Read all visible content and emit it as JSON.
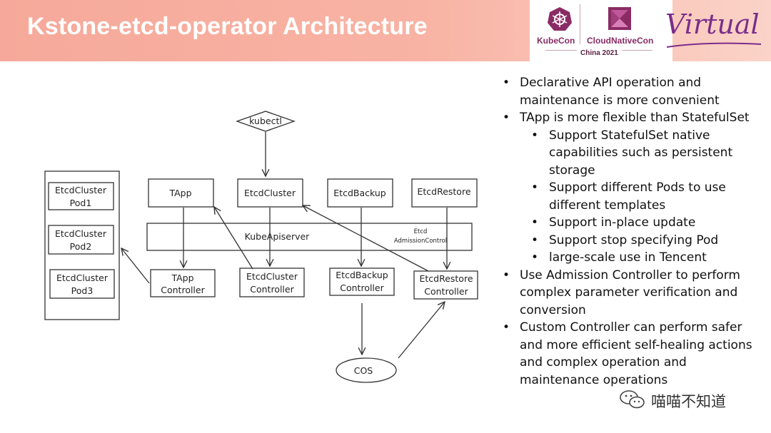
{
  "header": {
    "title": "Kstone-etcd-operator Architecture",
    "logos": {
      "kubecon": "KubeCon",
      "cncf": "CloudNativeCon",
      "event": "China 2021",
      "virtual": "Virtual"
    }
  },
  "diagram": {
    "kubectl": "kubectl",
    "pods": [
      {
        "line1": "EtcdCluster",
        "line2": "Pod1"
      },
      {
        "line1": "EtcdCluster",
        "line2": "Pod2"
      },
      {
        "line1": "EtcdCluster",
        "line2": "Pod3"
      }
    ],
    "resources": {
      "tapp": "TApp",
      "etcdcluster": "EtcdCluster",
      "etcdbackup": "EtcdBackup",
      "etcdrestore": "EtcdRestore"
    },
    "apiserver": {
      "label": "KubeApiserver",
      "admission_line1": "Etcd",
      "admission_line2": "AdmissionControl"
    },
    "controllers": {
      "tapp": {
        "line1": "TApp",
        "line2": "Controller"
      },
      "etcdcluster": {
        "line1": "EtcdCluster",
        "line2": "Controller"
      },
      "etcdbackup": {
        "line1": "EtcdBackup",
        "line2": "Controller"
      },
      "etcdrestore": {
        "line1": "EtcdRestore",
        "line2": "Controller"
      }
    },
    "cos": "COS"
  },
  "bullets": [
    {
      "level": 1,
      "text": "Declarative API operation and maintenance is more convenient"
    },
    {
      "level": 1,
      "text": "TApp is more flexible than StatefulSet"
    },
    {
      "level": 2,
      "text": "Support StatefulSet native capabilities such as persistent storage"
    },
    {
      "level": 2,
      "text": "Support different Pods to use different templates"
    },
    {
      "level": 2,
      "text": "Support in-place update"
    },
    {
      "level": 2,
      "text": "Support stop specifying Pod"
    },
    {
      "level": 2,
      "text": "large-scale use in Tencent"
    },
    {
      "level": 1,
      "text": "Use Admission Controller to perform complex parameter verification and conversion"
    },
    {
      "level": 1,
      "text": "Custom Controller can perform safer and more efficient self-healing actions and complex operation and maintenance operations"
    }
  ],
  "watermark": {
    "text": "喵喵不知道",
    "icon": "wechat-icon"
  }
}
